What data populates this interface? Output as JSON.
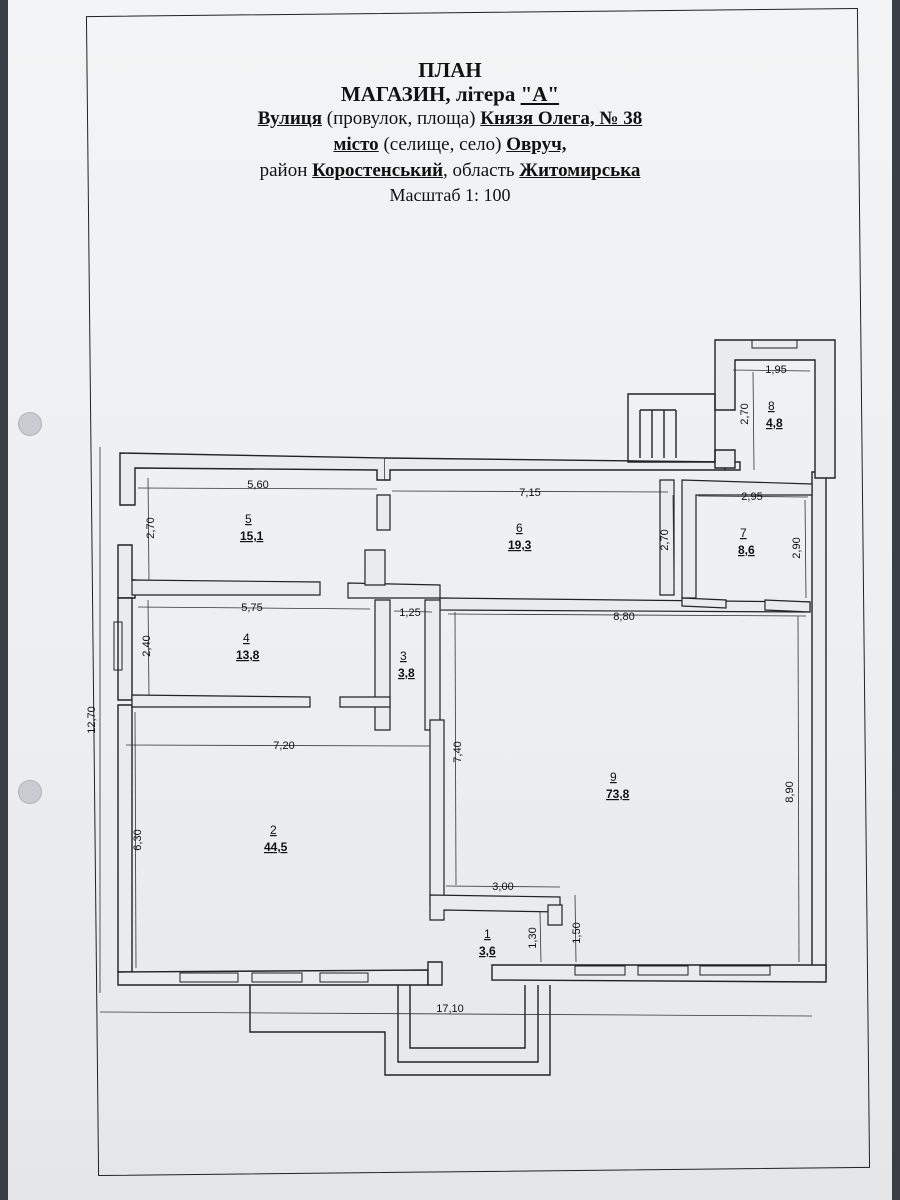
{
  "header": {
    "title": "ПЛАН",
    "object_type": "МАГАЗИН",
    "letter_text": ", літера ",
    "letter_value": "\"А\"",
    "street_kind": "Вулиця",
    "street_options": " (провулок, площа) ",
    "street_name": "Князя Олега,  № 38",
    "settlement_kind": "місто",
    "settlement_options": " (селище, село) ",
    "settlement_name": "Овруч,",
    "district_prefix": "район ",
    "district_name": "Коростенський",
    "oblast_prefix": ", область ",
    "oblast_name": "Житомирська",
    "scale": "Масштаб 1: 100"
  },
  "rooms": [
    {
      "number": "1",
      "area": "3,6"
    },
    {
      "number": "2",
      "area": "44,5"
    },
    {
      "number": "3",
      "area": "3,8"
    },
    {
      "number": "4",
      "area": "13,8"
    },
    {
      "number": "5",
      "area": "15,1"
    },
    {
      "number": "6",
      "area": "19,3"
    },
    {
      "number": "7",
      "area": "8,6"
    },
    {
      "number": "8",
      "area": "4,8"
    },
    {
      "number": "9",
      "area": "73,8"
    }
  ],
  "dimensions": {
    "total_width": "17,10",
    "total_height": "12,70",
    "r5_width": "5,60",
    "r5_height": "2,70",
    "r6_width": "7,15",
    "r6_height": "2,70",
    "r7_width": "2,95",
    "r7_height": "2,90",
    "r8_width": "1,95",
    "r8_height": "2,70",
    "r4_width": "5,75",
    "r4_height": "2,40",
    "r3_width": "1,25",
    "r9_width": "8,80",
    "r9_height": "8,90",
    "r9_left_height": "7,40",
    "r2_width": "7,20",
    "r2_height": "6,30",
    "r1_width": "3,00",
    "r1_height_a": "1,30",
    "r1_height_b": "1,50"
  }
}
